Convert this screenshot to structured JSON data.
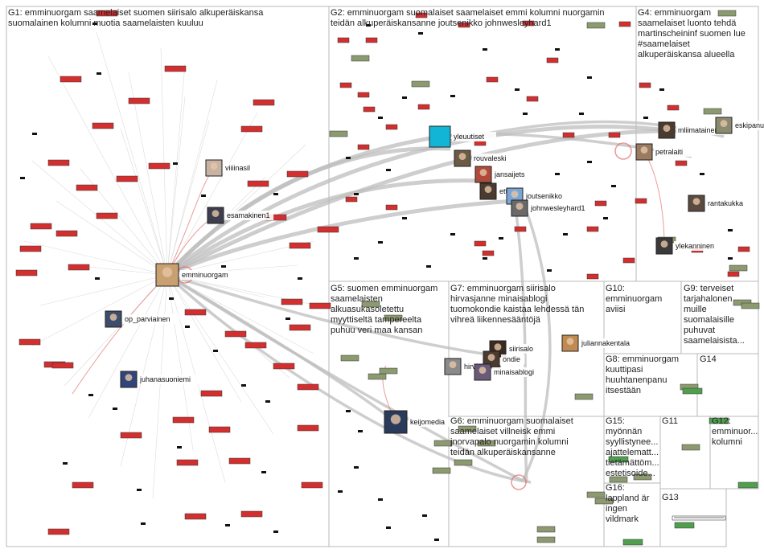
{
  "groups": [
    {
      "id": "G1",
      "title": "G1: emminuorgam saamelaiset suomen siirisalo alkuperäiskansa\nsuomalainen kolumni muotia saamelaisten kuuluu"
    },
    {
      "id": "G2",
      "title": "G2: emminuorgam suomalaiset saamelaiset emmi kolumni nuorgamin\nteidän alkuperäiskansanne joutsenikko johnwesleyhard1"
    },
    {
      "id": "G3",
      "title": "G4: emminuorgam\nsaamelaiset luonto tehdä\nmartinscheininf suomen lue\n#saamelaiset\nalkuperäiskansa alueella"
    },
    {
      "id": "G4",
      "title": "G5: suomen emminuorgam\nsaamelaisten\nalkuasukasoletettu\nmyyttiseltä tampereelta\npuhuu veri maa kansan"
    },
    {
      "id": "G5",
      "title": "G7: emminuorgam siirisalo\nhirvasjanne minaisablogi\ntuomokondie kaistaa lehdessä tän\nvihreä liikennesääntöjä"
    },
    {
      "id": "G6",
      "title": "G10:\nemminuorgam\naviisi"
    },
    {
      "id": "G7",
      "title": "G9: terveiset\ntarjahalonen\nmuille\nsuomalaisille\npuhuvat\nsaamelaisista..."
    },
    {
      "id": "G8",
      "title": "G8: emminuorgam\nkuuttipasi\nhuuhtanenpanu\nitsestään"
    },
    {
      "id": "G9",
      "title": "G14"
    },
    {
      "id": "G10",
      "title": "G6: emminuorgam suomalaiset\nsaamelaiset villneisk emmi\njnorvapalo nuorgamin kolumni\nteidän alkuperäiskansanne"
    },
    {
      "id": "G11",
      "title": "G15:\nmyönnän\nsyyllistynee...\najattelematt...\ntietämättöm...\nestetisoide..."
    },
    {
      "id": "G12",
      "title": "G11"
    },
    {
      "id": "G13",
      "title": "G12:\nemminuor...\nkolumni"
    },
    {
      "id": "G14",
      "title": "G16:\nlappland är\ningen\nvildmark"
    },
    {
      "id": "G15",
      "title": "G13"
    }
  ],
  "nodes": [
    {
      "id": "emminuorgam",
      "label": "emminuorgam"
    },
    {
      "id": "viiiinasil",
      "label": "viiiinasil"
    },
    {
      "id": "esamakinen1",
      "label": "esamakinen1"
    },
    {
      "id": "op_parviainen",
      "label": "op_parviainen"
    },
    {
      "id": "juhanasuoniemi",
      "label": "juhanasuoniemi"
    },
    {
      "id": "yleuutiset",
      "label": "yleuutiset"
    },
    {
      "id": "rouvaleski",
      "label": "rouvaleski"
    },
    {
      "id": "jansaijets",
      "label": "jansaijets"
    },
    {
      "id": "ettiina",
      "label": "ettiina"
    },
    {
      "id": "joutsenikko",
      "label": "joutsenikko"
    },
    {
      "id": "johnwesleyhard1",
      "label": "johnwesleyhard1"
    },
    {
      "id": "mliimatainen",
      "label": "mliimatainen"
    },
    {
      "id": "eskipanula",
      "label": "eskipanula"
    },
    {
      "id": "petralaiti",
      "label": "petralaiti"
    },
    {
      "id": "rantakukka",
      "label": "rantakukka"
    },
    {
      "id": "ylekanninen",
      "label": "ylekanninen"
    },
    {
      "id": "siirisalo",
      "label": "siirisalo"
    },
    {
      "id": "hirvasjanne",
      "label": "hirvasjanne"
    },
    {
      "id": "ondie",
      "label": "ondie"
    },
    {
      "id": "minaisablogi",
      "label": "minaisablogi"
    },
    {
      "id": "juliannakentala",
      "label": "juliannakentala"
    },
    {
      "id": "keijomedia",
      "label": "keijomedia"
    }
  ],
  "colors": {
    "border": "#b8b8b8",
    "edge": "#c4c4c4",
    "reply": "#e05a5a",
    "node_red": "#d32f2f",
    "node_olive": "#8c9a70",
    "node_green": "#4f9f4f",
    "ylebrand": "#13b5d6"
  }
}
